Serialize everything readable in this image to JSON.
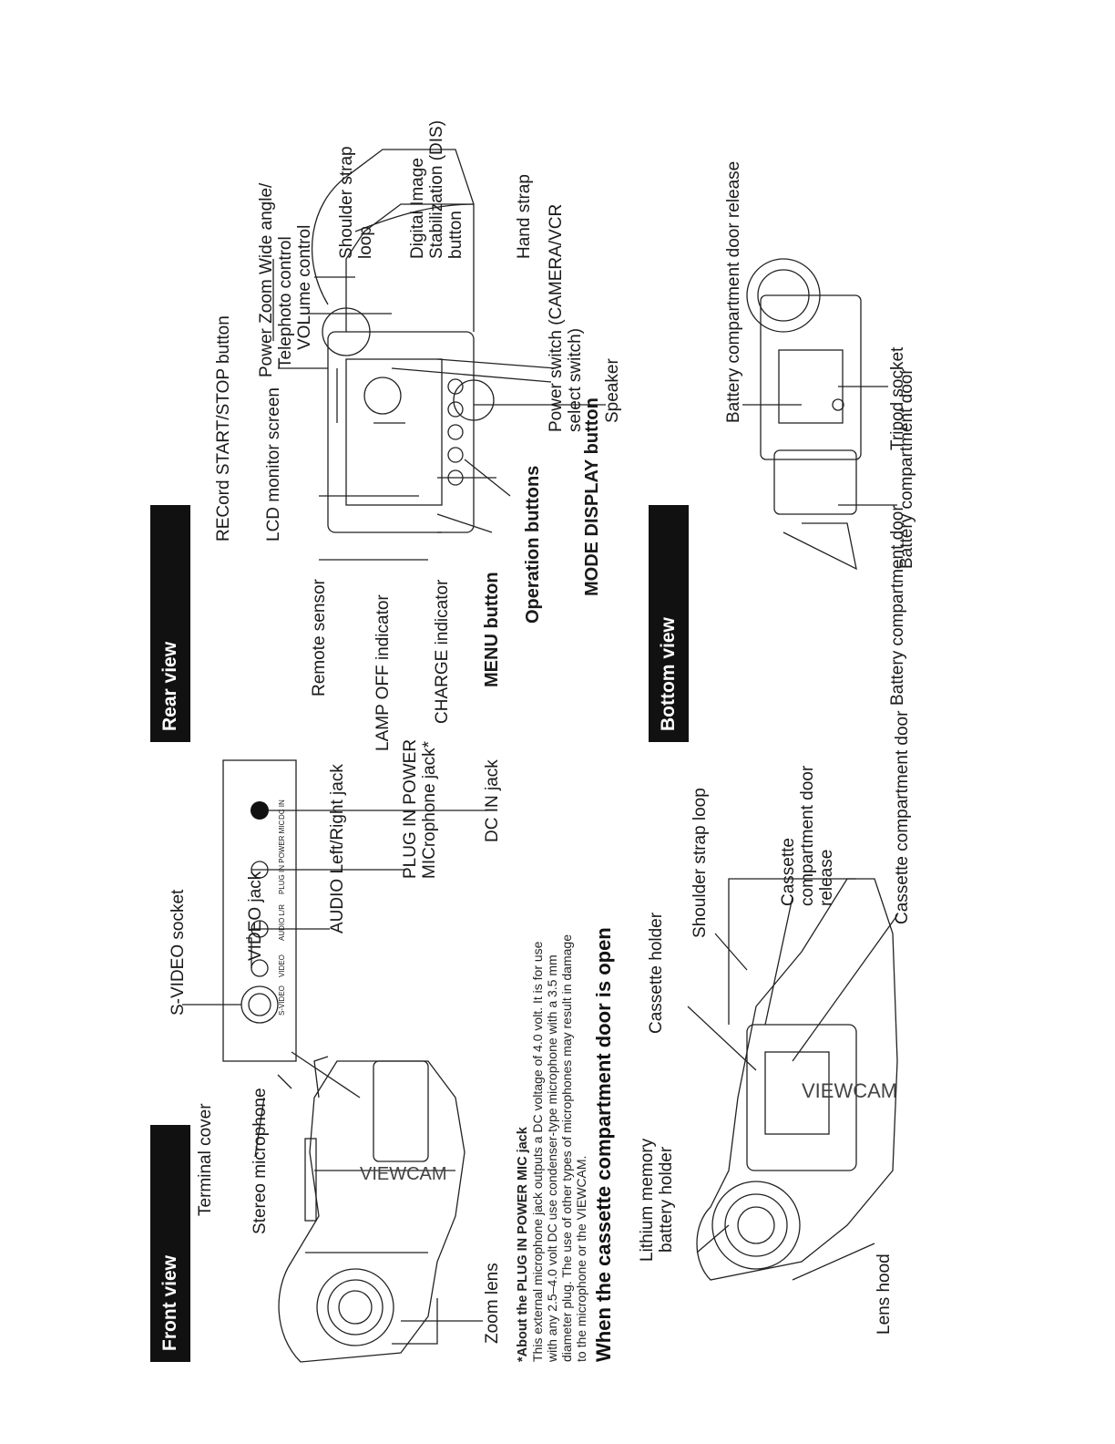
{
  "front_view": {
    "header": "Front view",
    "labels": {
      "terminal_cover": "Terminal cover",
      "stereo_microphone": "Stereo microphone",
      "zoom_lens": "Zoom lens",
      "s_video_socket": "S-VIDEO socket",
      "video_jack": "VIDEO jack",
      "audio_jack": "AUDIO Left/Right jack",
      "plug_in_power_1": "PLUG IN POWER",
      "plug_in_power_2": "MICrophone jack*",
      "dc_in_jack": "DC IN jack"
    },
    "note": {
      "title": "*About the PLUG IN POWER MIC jack",
      "body": "This external microphone jack outputs a DC voltage of 4.0 volt. It is for use with any 2.5–4.0 volt DC use condenser-type microphone with a 3.5 mm diameter plug. The use of other types of microphones may result in damage to the microphone or the VIEWCAM."
    }
  },
  "cassette_section": {
    "title": "When the cassette compartment door is open",
    "labels": {
      "lithium_1": "Lithium memory",
      "lithium_2": "battery holder",
      "lens_hood": "Lens hood",
      "cassette_holder": "Cassette holder",
      "shoulder_strap_loop": "Shoulder strap loop",
      "door_release_1": "Cassette",
      "door_release_2": "compartment door",
      "door_release_3": "release",
      "cassette_door": "Cassette compartment door"
    }
  },
  "rear_view": {
    "header": "Rear view",
    "labels": {
      "record_button": "RECord START/STOP button",
      "lcd_monitor": "LCD monitor screen",
      "remote_sensor": "Remote sensor",
      "lamp_off": "LAMP OFF indicator",
      "charge": "CHARGE indicator",
      "menu_button": "MENU button",
      "operation_buttons": "Operation buttons",
      "mode_display": "MODE DISPLAY button",
      "power_zoom_1": "Power Zoom Wide angle/",
      "power_zoom_2": "Telephoto control",
      "power_zoom_3": "VOLume control",
      "shoulder_1": "Shoulder strap",
      "shoulder_2": "loop",
      "dis_1": "Digital Image",
      "dis_2": "Stabilization (DIS)",
      "dis_3": "button",
      "hand_strap": "Hand strap",
      "power_switch_1": "Power switch (CAMERA/VCR",
      "power_switch_2": "select switch)",
      "speaker": "Speaker"
    }
  },
  "bottom_view": {
    "header": "Bottom view",
    "labels": {
      "battery_release": "Battery compartment door release",
      "tripod_socket": "Tripod socket",
      "battery_door_a": "Battery compartment door",
      "battery_door_b": "Battery compartment door"
    }
  },
  "panel_text": {
    "s_video": "S-VIDEO",
    "video": "VIDEO",
    "audio": "AUDIO L/R",
    "plug": "PLUG IN POWER MIC",
    "dc_in": "DC IN",
    "brand": "VIEWCAM"
  }
}
